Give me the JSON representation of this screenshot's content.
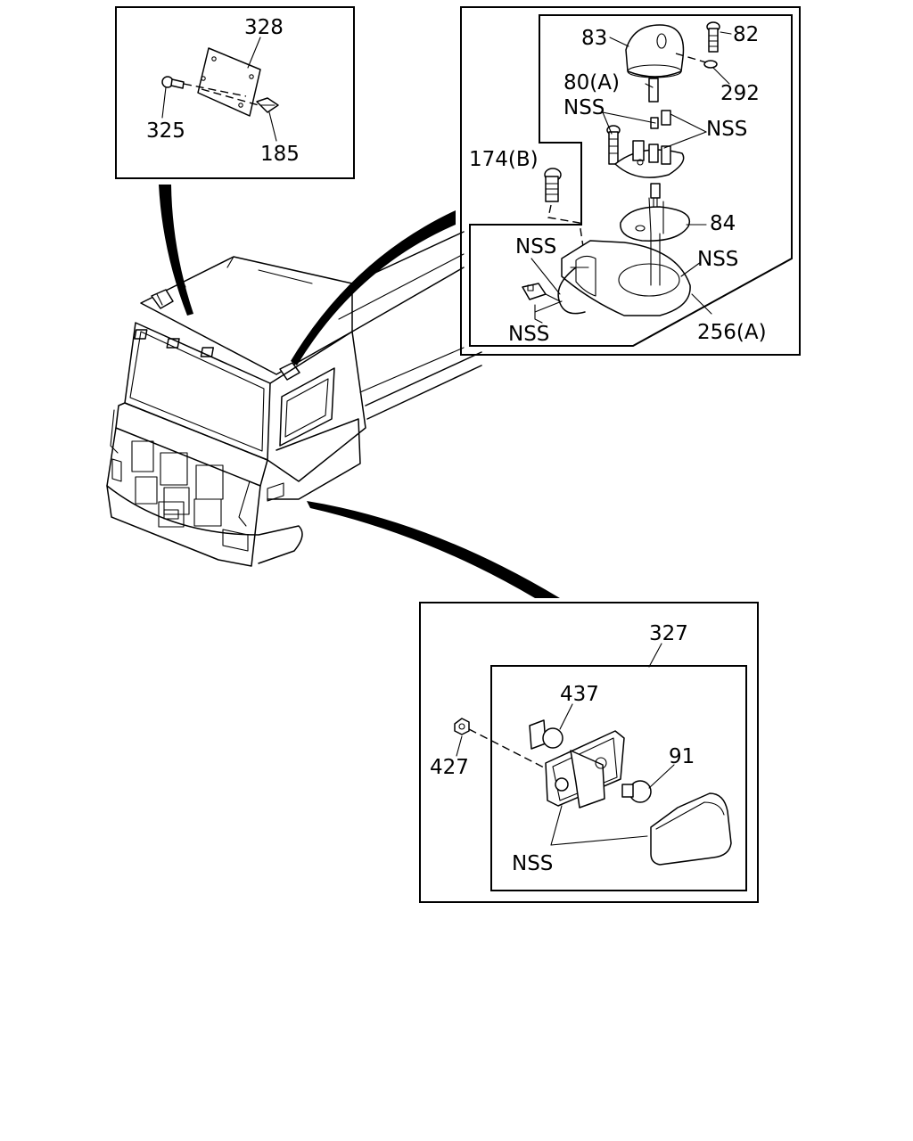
{
  "detail_top_left": {
    "labels": {
      "plate": "328",
      "screw": "325",
      "clip": "185"
    }
  },
  "detail_top_right": {
    "labels": {
      "dome_lens": "83",
      "screw": "82",
      "pin": "80(A)",
      "washer": "292",
      "nss_left": "NSS",
      "nss_right": "NSS",
      "bolt": "174(B)",
      "gasket": "84",
      "nss_harness": "NSS",
      "nss_base": "NSS",
      "nss_connector": "NSS",
      "assembly": "256(A)"
    }
  },
  "detail_bottom": {
    "labels": {
      "assembly": "327",
      "socket": "437",
      "bulb": "91",
      "nut": "427",
      "nss": "NSS"
    }
  }
}
